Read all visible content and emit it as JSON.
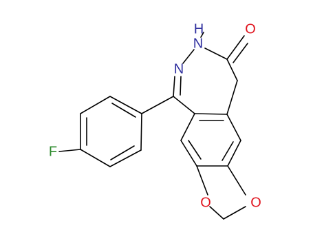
{
  "diagram": {
    "type": "skeletal-structure",
    "atom_labels": {
      "nh_n": "N",
      "nh_h": "H",
      "n_imine": "N",
      "o_carbonyl": "O",
      "f": "F",
      "o_dioxole_left": "O",
      "o_dioxole_right": "O"
    },
    "colors": {
      "bond": "#000000",
      "nitrogen": "#30309f",
      "oxygen": "#e0141e",
      "fluorine": "#2e8b2e",
      "background": "#ffffff"
    }
  }
}
